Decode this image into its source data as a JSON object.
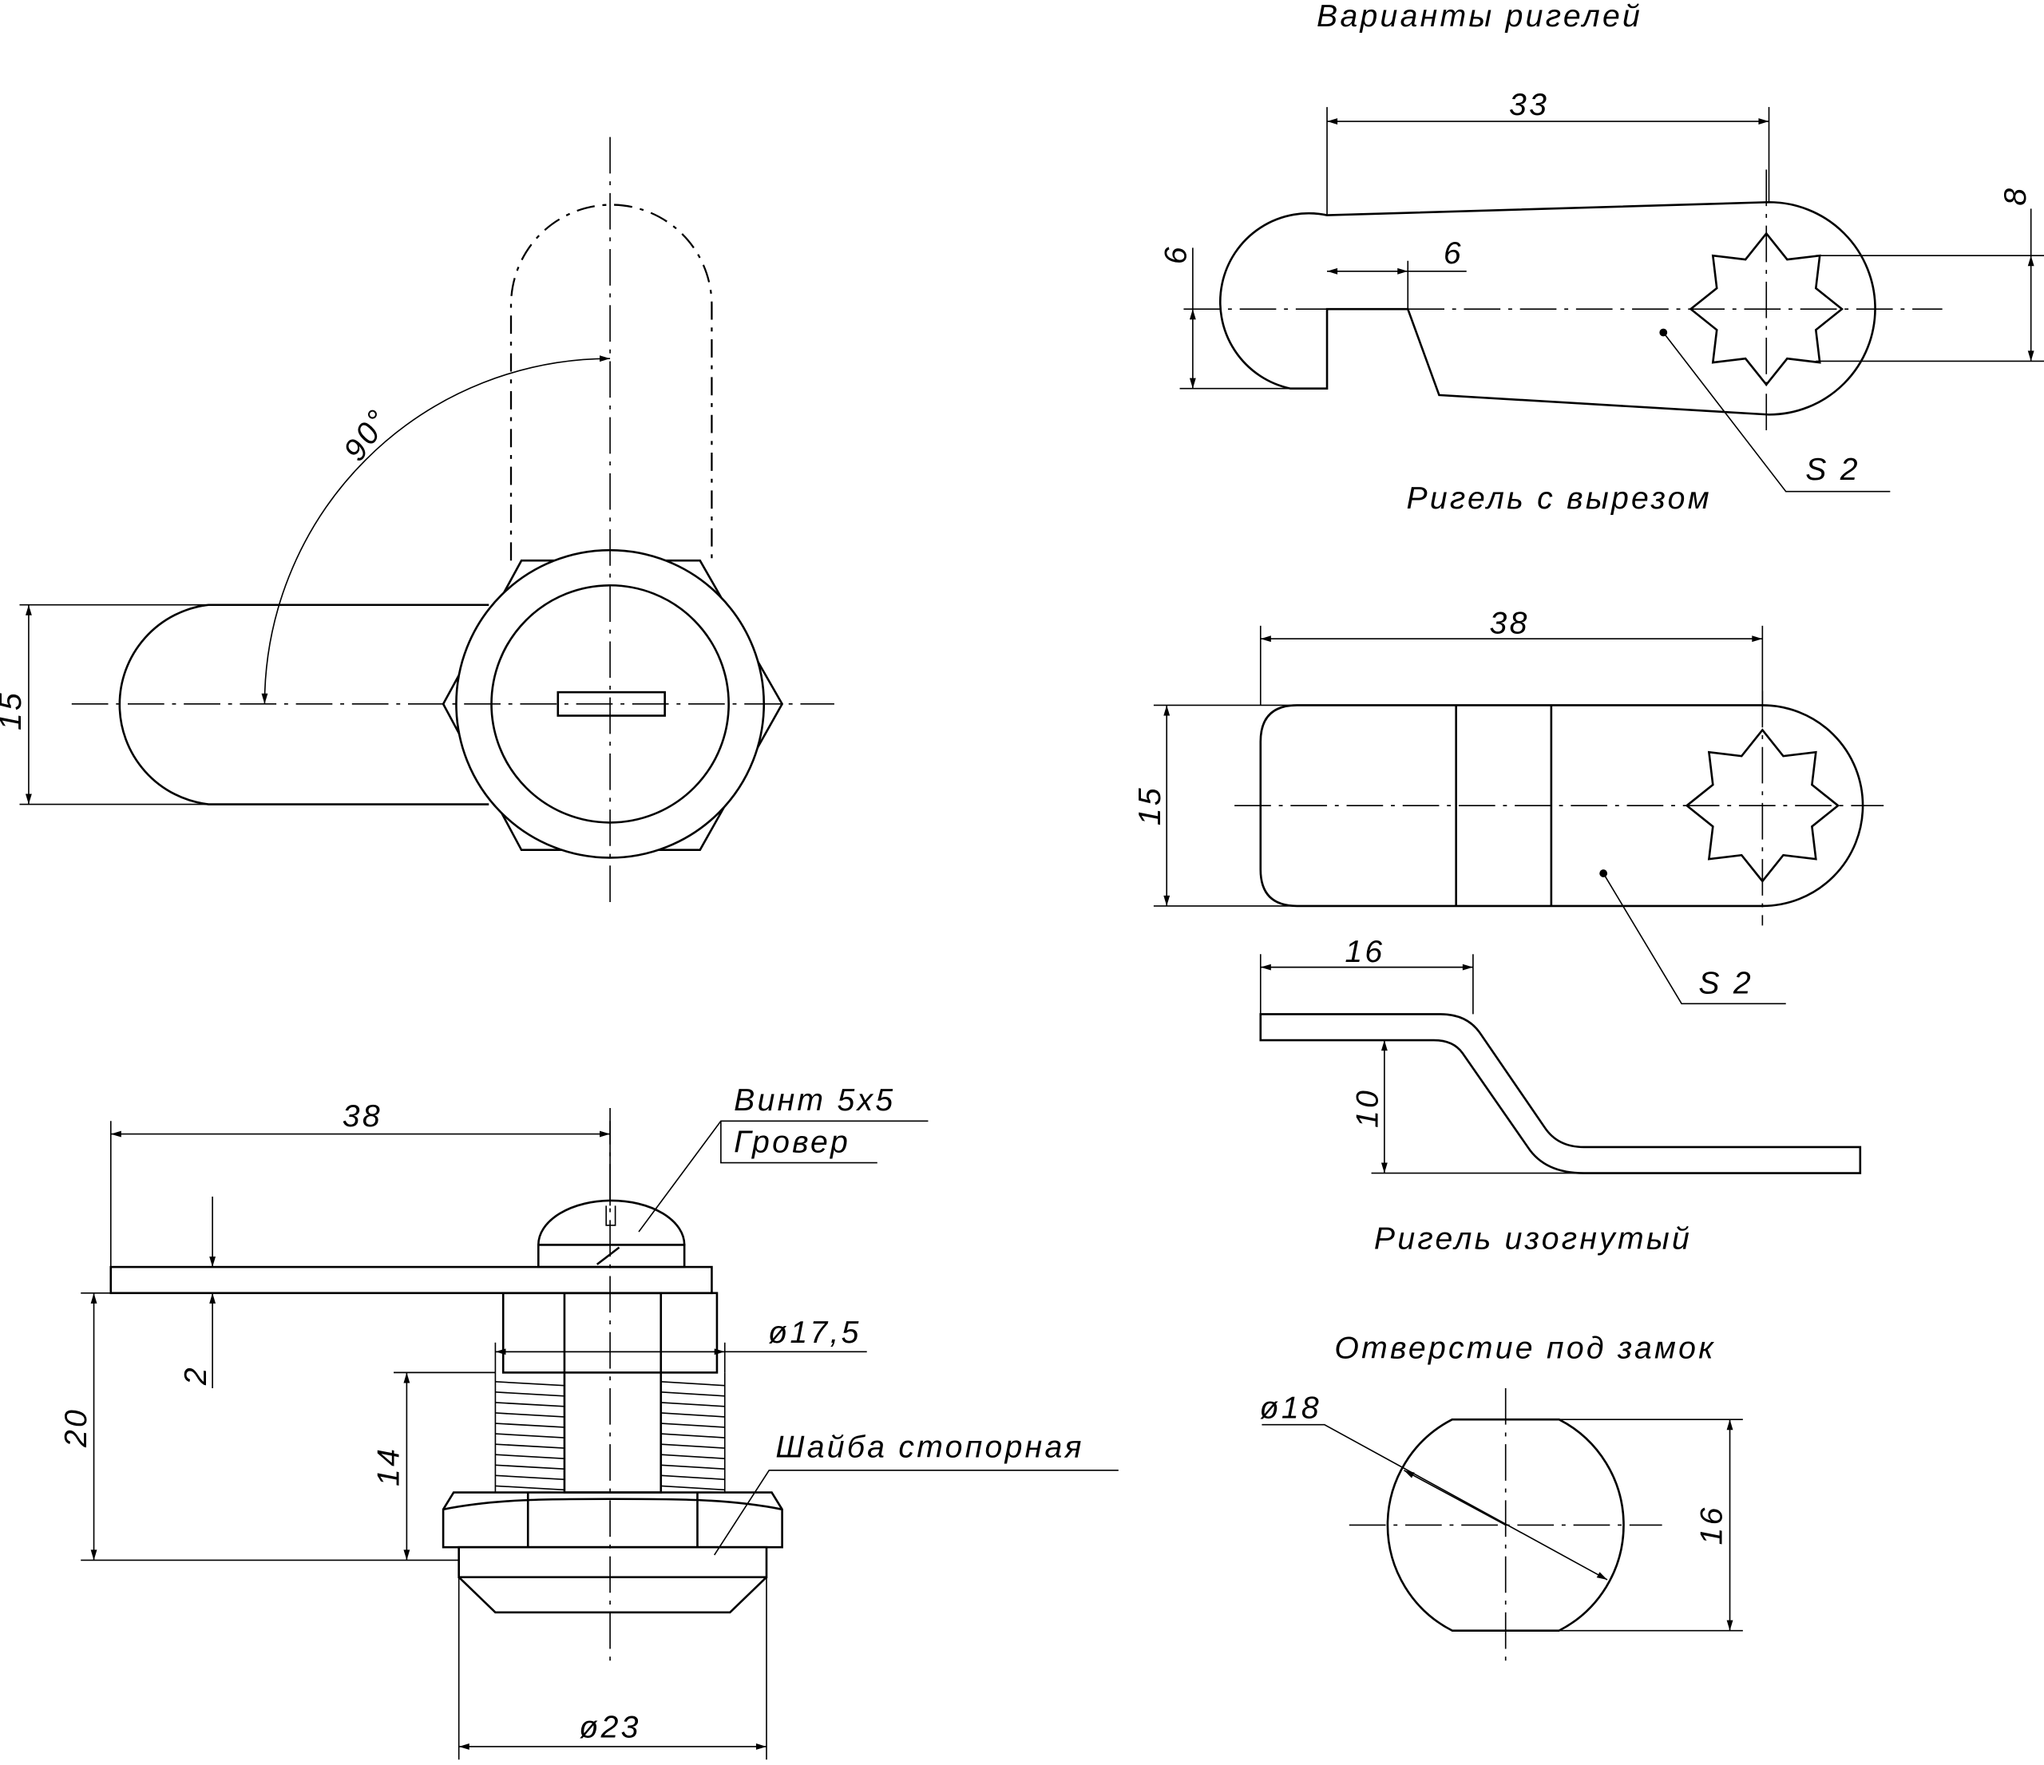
{
  "front_view": {
    "angle_label": "90°",
    "height_label": "15"
  },
  "side_view": {
    "length_label": "38",
    "plate_thickness_label": "2",
    "height_label": "20",
    "thread_length_label": "14",
    "thread_diameter_label": "ø17,5",
    "nut_diameter_label": "ø23",
    "screw_label": "Винт 5х5",
    "washer_spring_label": "Гровер",
    "lock_washer_label": "Шайба стопорная"
  },
  "variants": {
    "title": "Варианты ригелей",
    "cutout_cam": {
      "title": "Ригель с вырезом",
      "length_label": "33",
      "height_label": "6",
      "cut_label": "6",
      "square_label": "8",
      "thickness_label": "S 2"
    },
    "straight_cam": {
      "length_label": "38",
      "width_label": "15",
      "thickness_label": "S 2"
    },
    "bent_cam": {
      "title": "Ригель изогнутый",
      "length_label": "16",
      "offset_label": "10"
    },
    "mounting_hole": {
      "title": "Отверстие под замок",
      "diameter_label": "ø18",
      "flat_label": "16"
    }
  }
}
